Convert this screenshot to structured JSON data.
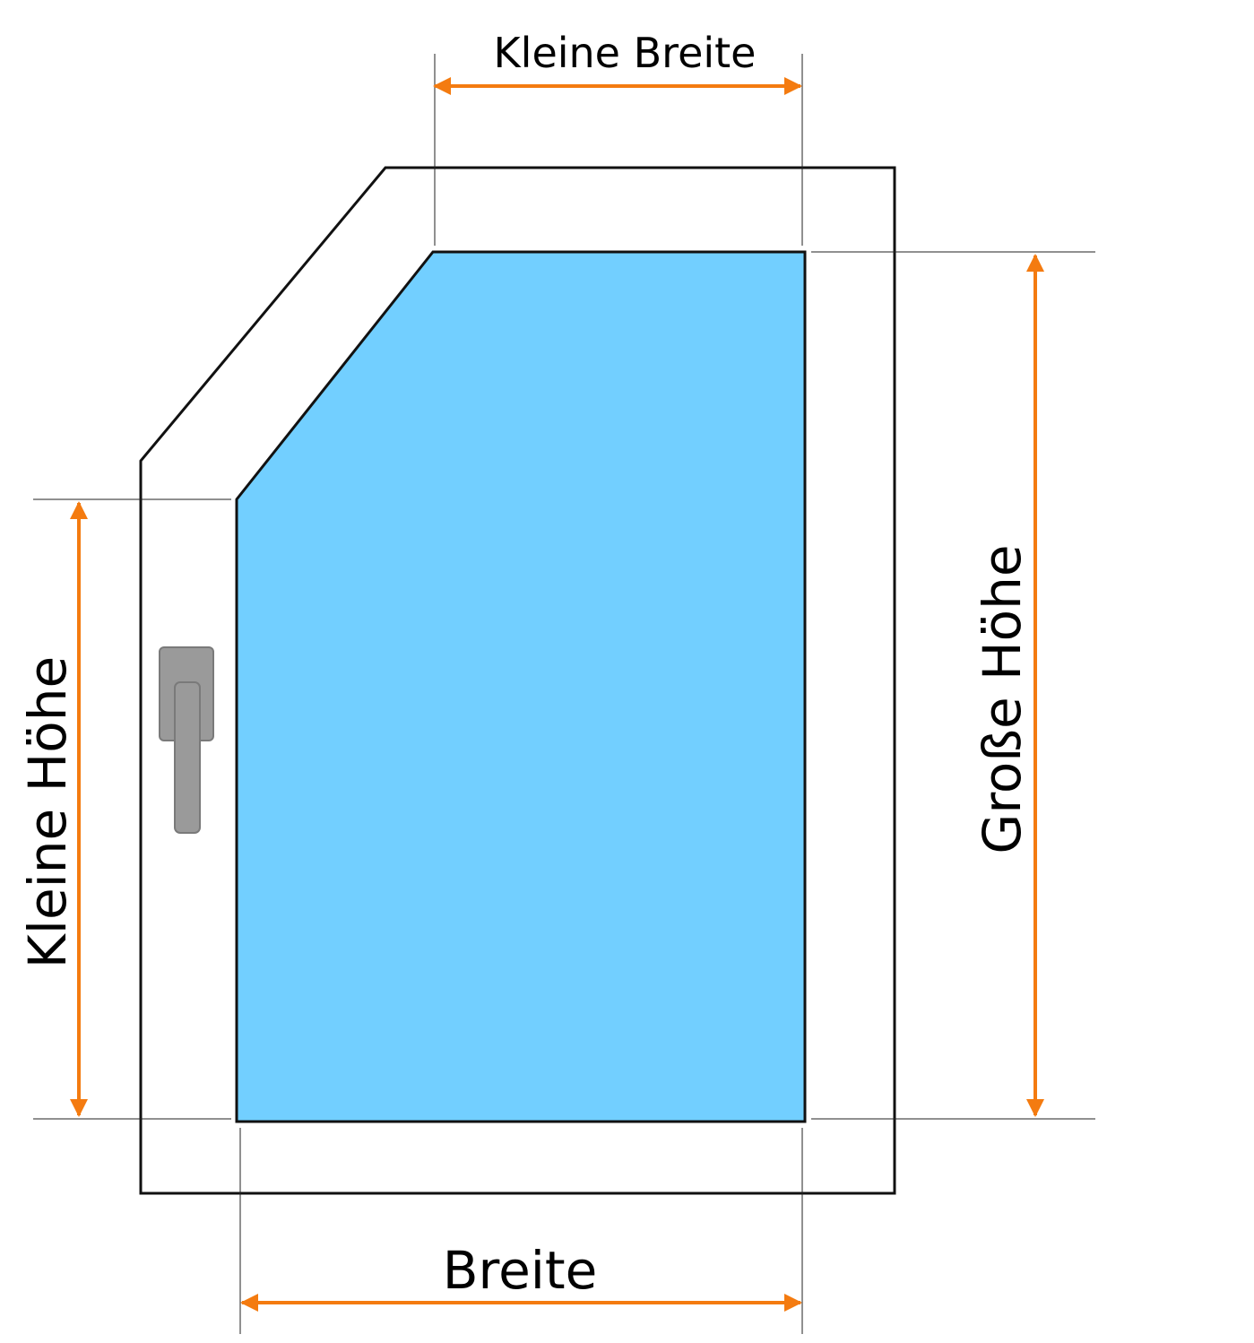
{
  "labels": {
    "small_width": "Kleine Breite",
    "width": "Breite",
    "small_height": "Kleine Höhe",
    "large_height": "Große Höhe"
  },
  "colors": {
    "glass": "#72cfff",
    "arrow": "#f47b10",
    "frame_stroke": "#111111",
    "handle": "#9a9a9a",
    "handle_stroke": "#7a7a7a",
    "guide_line": "#222222"
  }
}
